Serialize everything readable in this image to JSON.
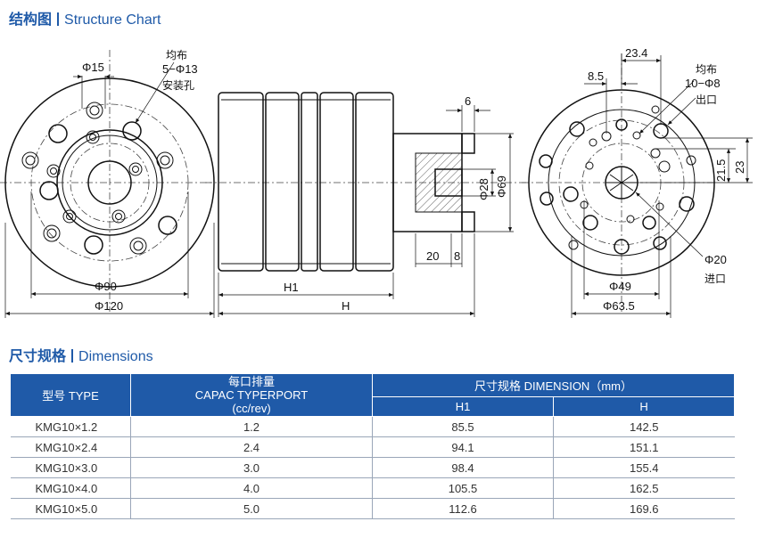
{
  "structure": {
    "title_cn": "结构图",
    "title_en": "Structure Chart",
    "labels": {
      "phi15": "Φ15",
      "holes1_a": "均布",
      "holes1_b": "5−Φ13",
      "holes1_c": "安装孔",
      "phi90": "Φ90",
      "phi120": "Φ120",
      "six": "6",
      "phi28": "Φ28",
      "phi69": "Φ69",
      "twenty": "20",
      "eight": "8",
      "h1": "H1",
      "h": "H",
      "d234": "23.4",
      "d85": "8.5",
      "holes2_a": "均布",
      "holes2_b": "10−Φ8",
      "outlet": "出口",
      "d215": "21.5",
      "d23": "23",
      "phi20": "Φ20",
      "inlet": "进口",
      "phi49": "Φ49",
      "phi635": "Φ63.5"
    }
  },
  "dimensions": {
    "title_cn": "尺寸规格",
    "title_en": "Dimensions",
    "header_model": "型号 TYPE",
    "header_cap_cn": "每口排量",
    "header_cap_en": "CAPAC TYPERPORT",
    "header_cap_unit": "(cc/rev)",
    "header_dim": "尺寸规格 DIMENSION（mm）",
    "header_h1": "H1",
    "header_h": "H",
    "rows": [
      {
        "model": "KMG10×1.2",
        "cap": "1.2",
        "h1": "85.5",
        "h": "142.5"
      },
      {
        "model": "KMG10×2.4",
        "cap": "2.4",
        "h1": "94.1",
        "h": "151.1"
      },
      {
        "model": "KMG10×3.0",
        "cap": "3.0",
        "h1": "98.4",
        "h": "155.4"
      },
      {
        "model": "KMG10×4.0",
        "cap": "4.0",
        "h1": "105.5",
        "h": "162.5"
      },
      {
        "model": "KMG10×5.0",
        "cap": "5.0",
        "h1": "112.6",
        "h": "169.6"
      }
    ]
  },
  "colors": {
    "accent": "#1f5aa8",
    "table_text": "#333333",
    "row_rule": "#9aa6b8"
  }
}
